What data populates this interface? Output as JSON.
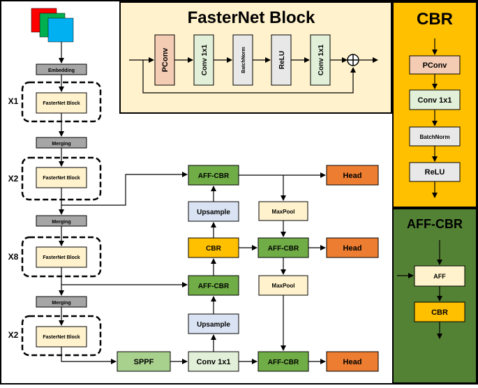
{
  "fasternet_block": {
    "title": "FasterNet Block",
    "pconv": "PConv",
    "conv1": "Conv 1x1",
    "bn": "BatchNorm",
    "relu": "ReLU",
    "conv2": "Conv 1x1"
  },
  "cbr_panel": {
    "title": "CBR",
    "pconv": "PConv",
    "conv": "Conv 1x1",
    "bn": "BatchNorm",
    "relu": "ReLU"
  },
  "aff_panel": {
    "title": "AFF-CBR",
    "aff": "AFF",
    "cbr": "CBR"
  },
  "backbone": {
    "embedding": "Embedding",
    "merging1": "Merging",
    "merging2": "Merging",
    "merging3": "Merging",
    "block1": "FasterNet Block",
    "block2": "FasterNet Block",
    "block3": "FasterNet Block",
    "block4": "FasterNet Block",
    "rep1": "X1",
    "rep2": "X2",
    "rep3": "X8",
    "rep4": "X2"
  },
  "neck": {
    "aff_top": "AFF-CBR",
    "upsample1": "Upsample",
    "cbr": "CBR",
    "aff_mid": "AFF-CBR",
    "upsample2": "Upsample",
    "conv": "Conv 1x1",
    "sppf": "SPPF",
    "maxpool1": "MaxPool",
    "aff_out_mid": "AFF-CBR",
    "maxpool2": "MaxPool",
    "aff_out_bot": "AFF-CBR",
    "head1": "Head",
    "head2": "Head",
    "head3": "Head"
  },
  "colors": {
    "peach": "#F4CCB4",
    "mint": "#E2F0D9",
    "gray": "#E8E8E8",
    "cream": "#FFF2CC",
    "green": "#70AD47",
    "orange": "#ED7D31",
    "gold": "#FFC000",
    "lightblue": "#DAE3F3",
    "sage": "#A9D18E",
    "darkgreen": "#548235",
    "mergegray": "#A6A6A6",
    "panelcream": "#FFF2CC"
  }
}
